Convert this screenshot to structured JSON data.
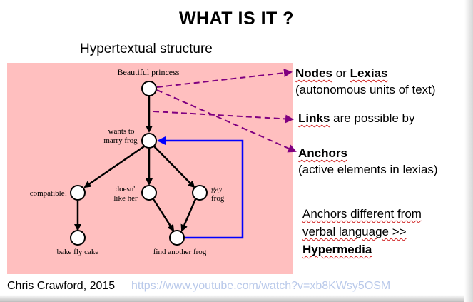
{
  "slide": {
    "title": "WHAT IS IT ?",
    "subtitle": "Hypertextual structure",
    "nodes": {
      "root": "Beautiful princess",
      "wants_line1": "wants to",
      "wants_line2": "marry frog",
      "compatible": "compatible!",
      "doesnt_line1": "doesn't",
      "doesnt_line2": "like her",
      "gay_line1": "gay",
      "gay_line2": "frog",
      "bake": "bake fly cake",
      "find": "find another frog"
    },
    "annotations": {
      "nodes_word": "Nodes",
      "or_word": "or",
      "lexias_word": "Lexias",
      "nodes_desc": "(autonomous units of text)",
      "links_word": "Links",
      "links_rest": "are possible by",
      "anchors_word": "Anchors",
      "anchors_desc": "(active elements in lexias)",
      "diff_line1": "Anchors different from",
      "diff_line2": "verbal language >>",
      "hypermedia": "Hypermedia"
    },
    "footer": {
      "author": "Chris Crawford, 2015",
      "url": "https://www.youtube.com/watch?v=xb8KWsy5OSM"
    },
    "colors": {
      "panel": "#ffbfbf",
      "dashed_arrow": "#800080",
      "loop_arrow": "#0000ff",
      "tree_edges": "#000000",
      "url": "#b9c9ea"
    }
  }
}
